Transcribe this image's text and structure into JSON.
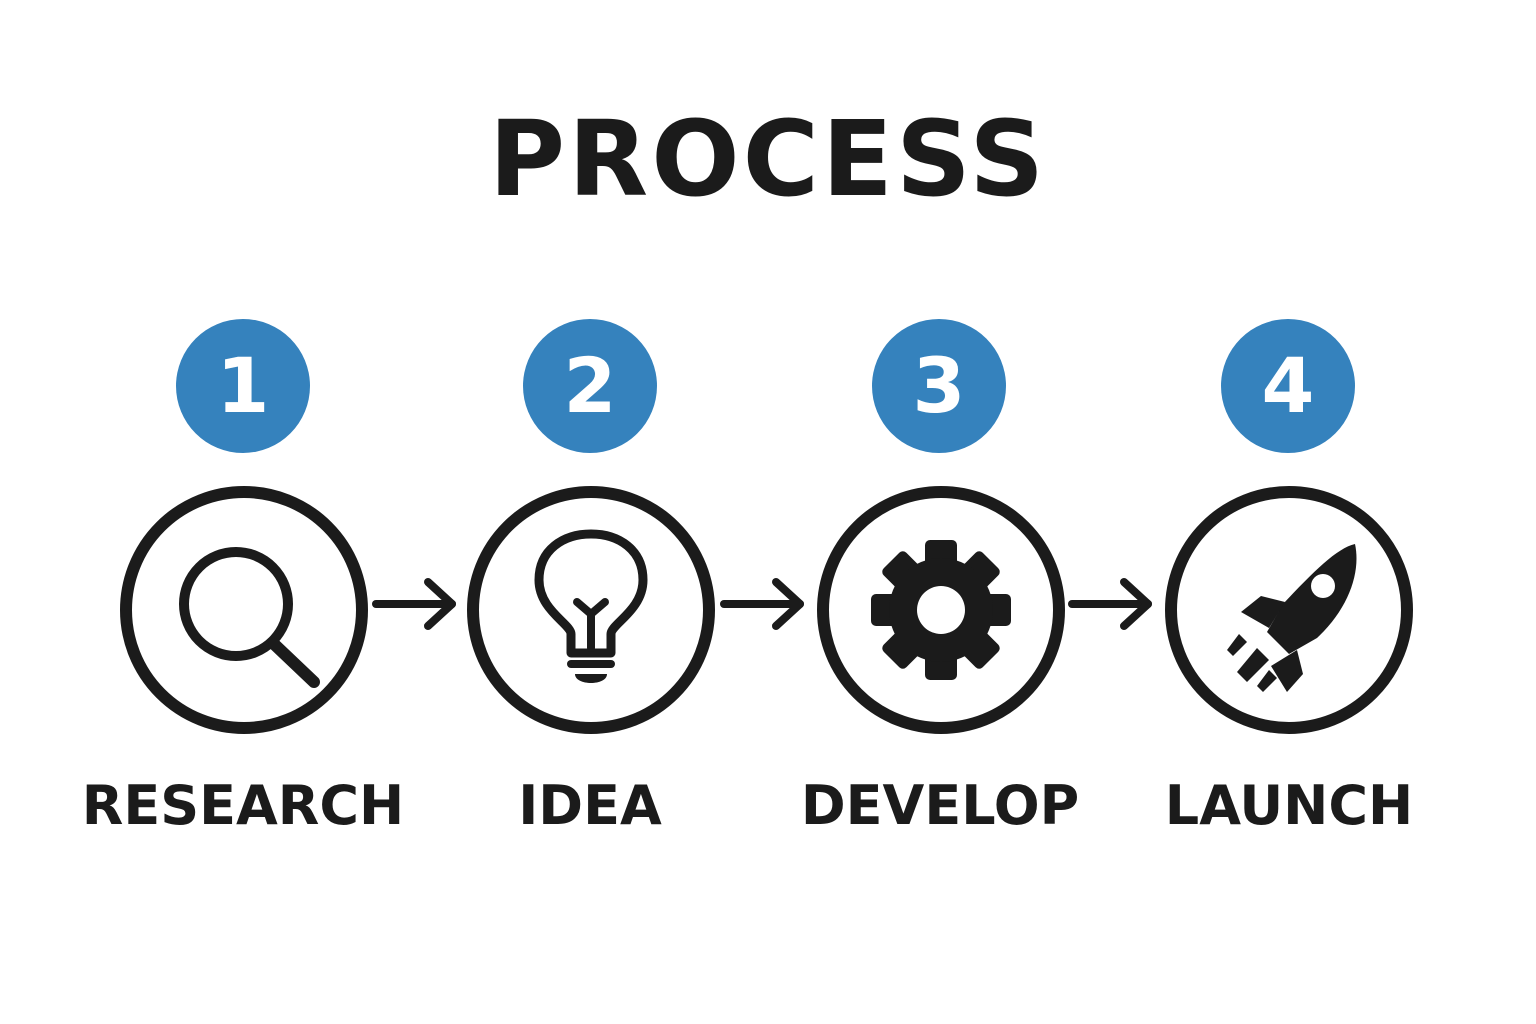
{
  "title": "PROCESS",
  "accent_color": "#3582bd",
  "steps": [
    {
      "number": "1",
      "label": "RESEARCH",
      "icon": "magnifying-glass-icon"
    },
    {
      "number": "2",
      "label": "IDEA",
      "icon": "lightbulb-icon"
    },
    {
      "number": "3",
      "label": "DEVELOP",
      "icon": "gear-icon"
    },
    {
      "number": "4",
      "label": "LAUNCH",
      "icon": "rocket-icon"
    }
  ]
}
